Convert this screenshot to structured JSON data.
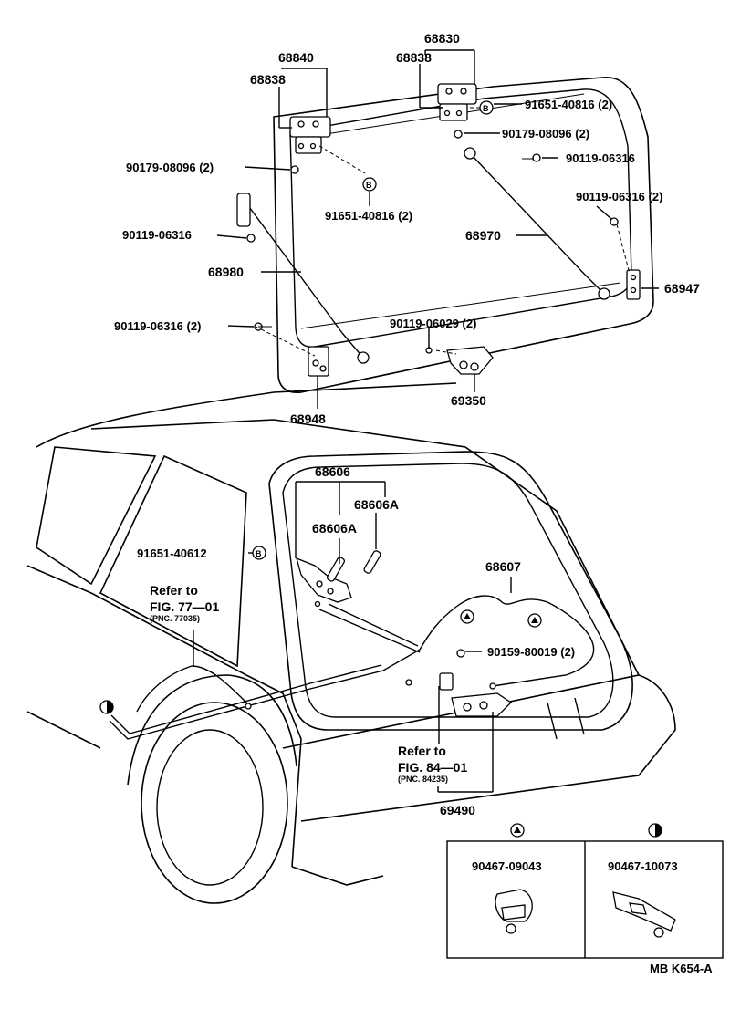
{
  "labels": {
    "p68830": "68830",
    "p68840": "68840",
    "p68838_left": "68838",
    "p68838_right": "68838",
    "p91651_40816_top": "91651-40816 (2)",
    "p90179_08096_right": "90179-08096 (2)",
    "p90119_06316_right": "90119-06316",
    "p90179_08096_left": "90179-08096 (2)",
    "p91651_40816_mid": "91651-40816 (2)",
    "p90119_06316_2_right": "90119-06316 (2)",
    "p90119_06316_left": "90119-06316",
    "p68970": "68970",
    "p68980": "68980",
    "p68947": "68947",
    "p90119_06316_2_left": "90119-06316 (2)",
    "p90119_06029": "90119-06029 (2)",
    "p68948": "68948",
    "p69350": "69350",
    "p68606": "68606",
    "p68606A_top": "68606A",
    "p68606A_mid": "68606A",
    "p91651_40612": "91651-40612",
    "p68607": "68607",
    "refer_to_1": "Refer to",
    "fig_77": "FIG. 77—01",
    "pnc_77035": "(PNC. 77035)",
    "p90159_80019": "90159-80019 (2)",
    "refer_to_2": "Refer to",
    "fig_84": "FIG. 84—01",
    "pnc_84235": "(PNC. 84235)",
    "p69490": "69490",
    "p90467_09043": "90467-09043",
    "p90467_10073": "90467-10073",
    "diagram_code": "MB K654-A",
    "marker_b": "B"
  }
}
